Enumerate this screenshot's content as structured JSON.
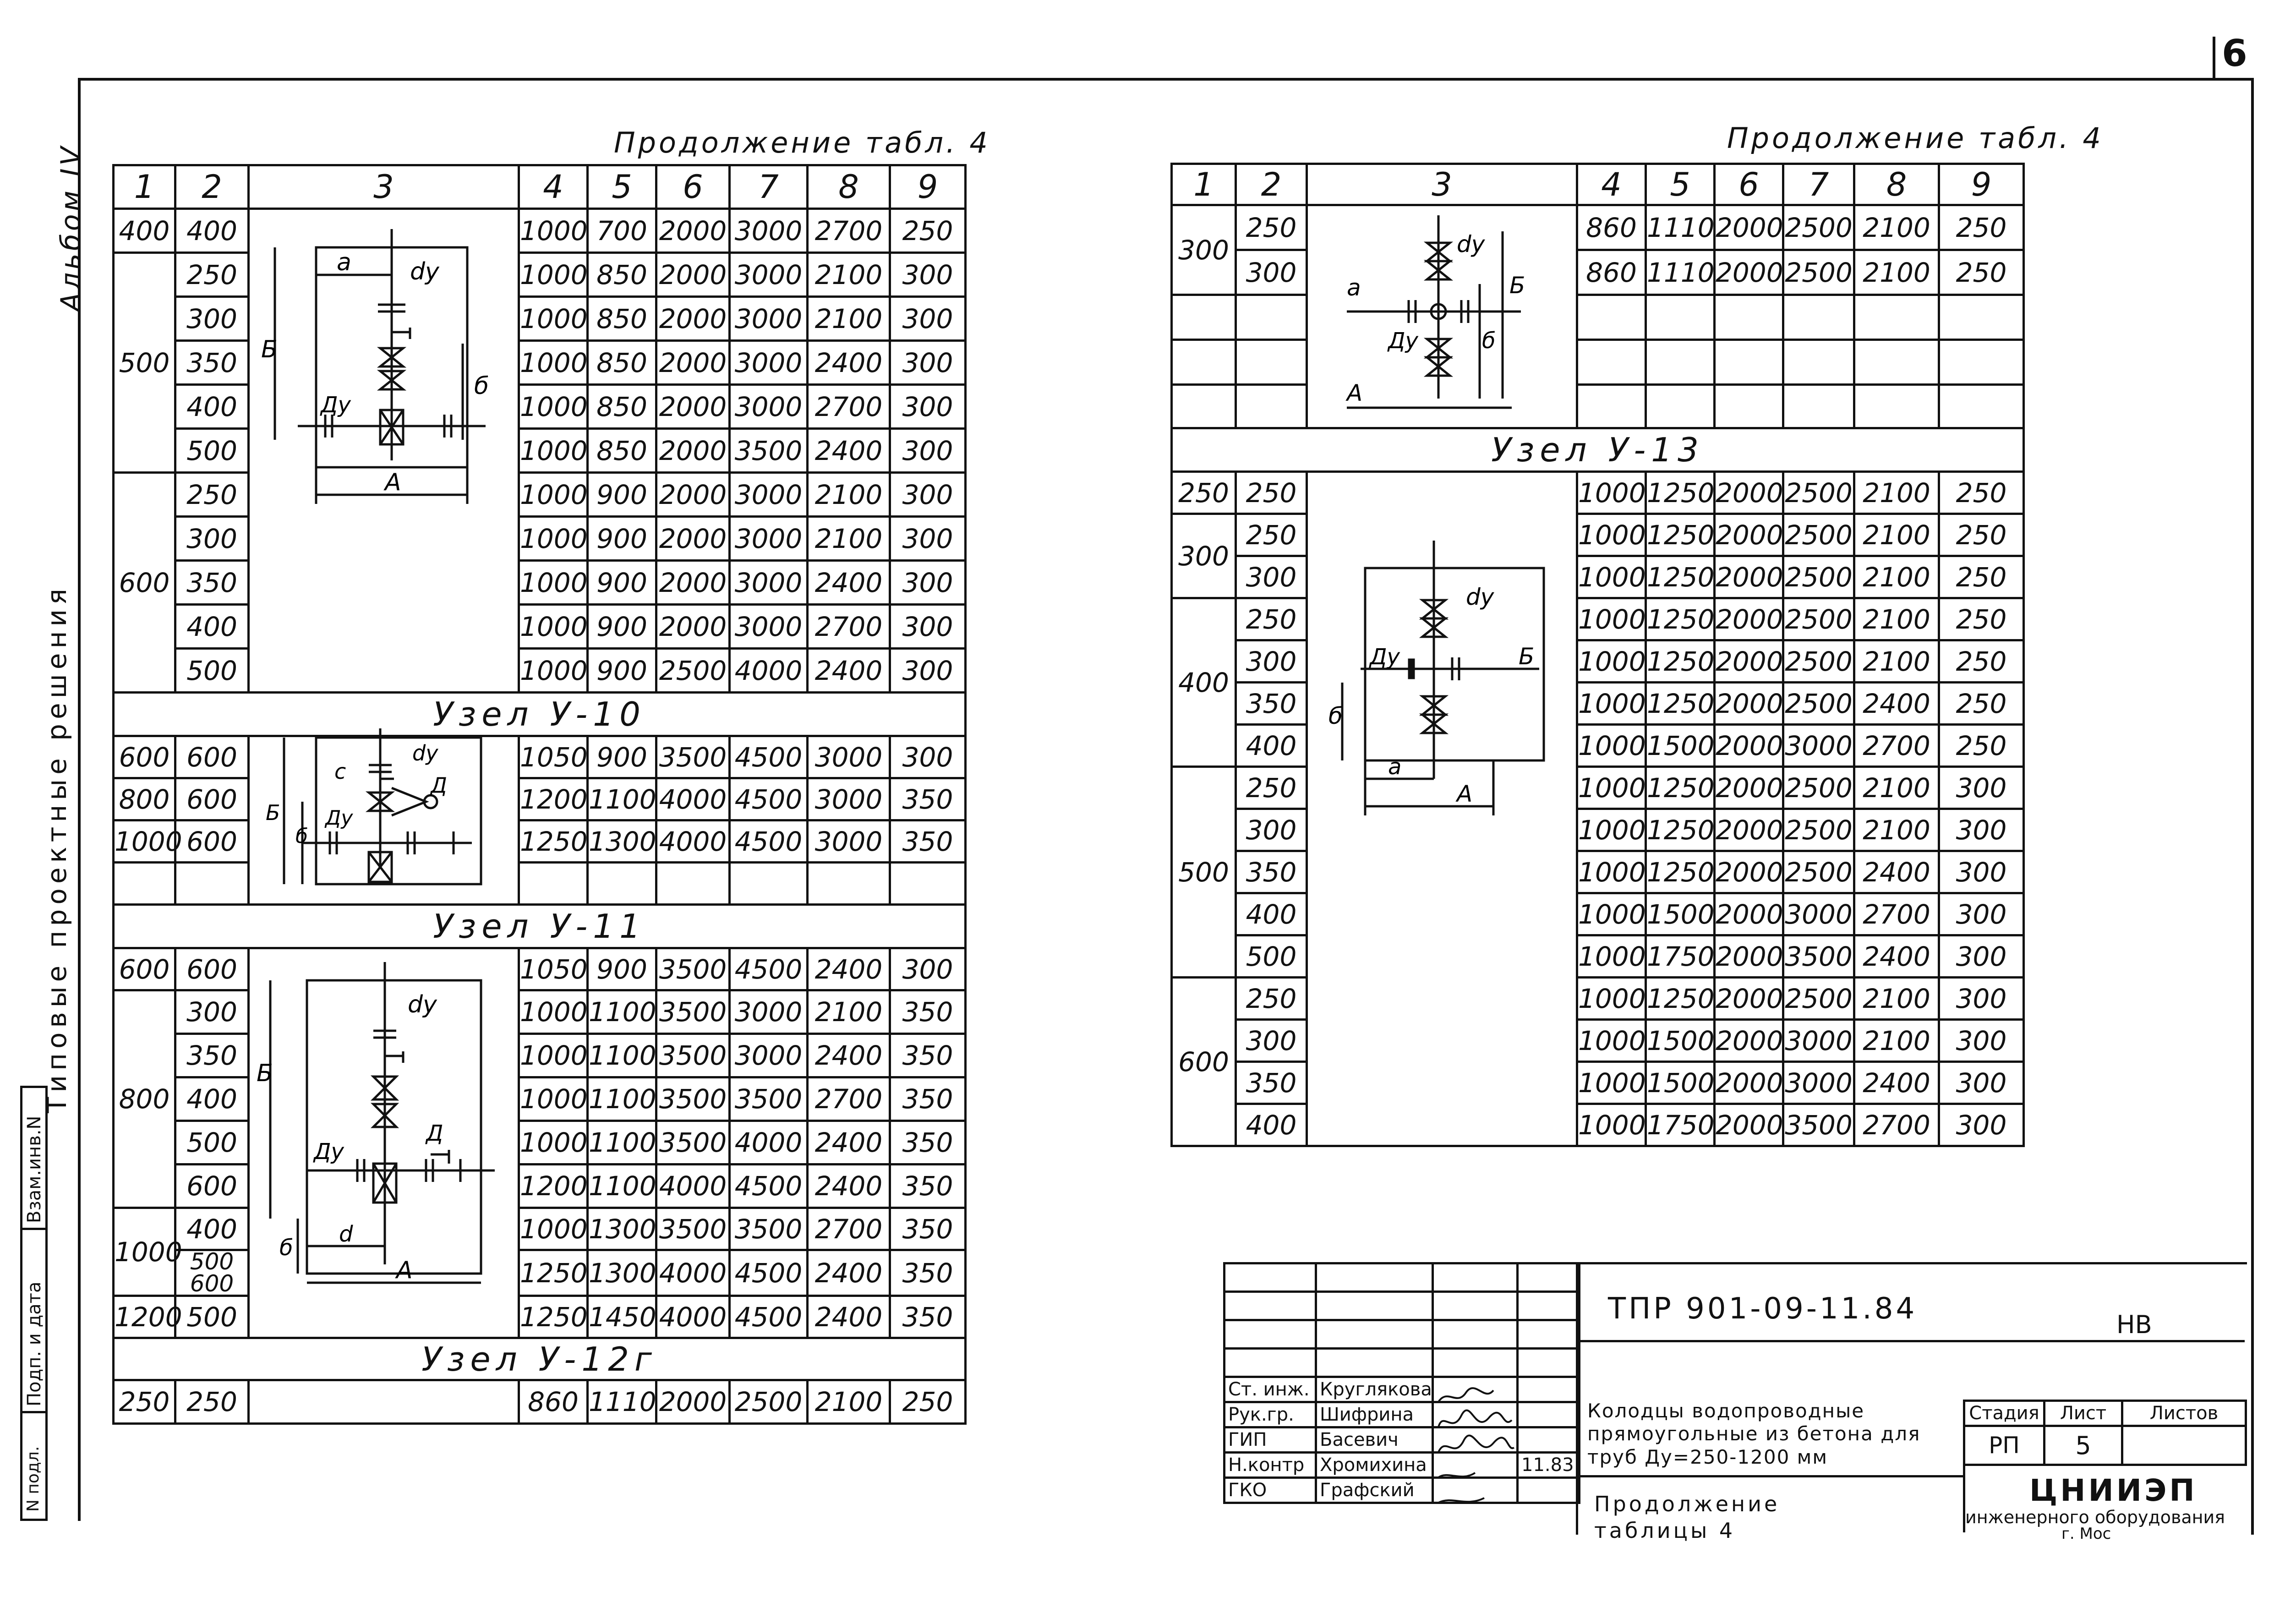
{
  "page_number": "6",
  "side": {
    "album": "Альбом IV",
    "series": "Типовые проектные решения",
    "stamp1": "Взам.инв.N",
    "stamp2": "Подп. и дата",
    "stamp3": "N подл."
  },
  "left": {
    "caption": "Продолжение табл. 4",
    "headers": [
      "1",
      "2",
      "3",
      "4",
      "5",
      "6",
      "7",
      "8",
      "9"
    ],
    "sections": {
      "u10": "Узел У-10",
      "u11": "Узел У-11",
      "u12": "Узел У-12г"
    },
    "block1": {
      "c1": [
        "400",
        "500",
        "600"
      ],
      "rows": [
        [
          "400",
          "1000",
          "700",
          "2000",
          "3000",
          "2700",
          "250"
        ],
        [
          "250",
          "1000",
          "850",
          "2000",
          "3000",
          "2100",
          "300"
        ],
        [
          "300",
          "1000",
          "850",
          "2000",
          "3000",
          "2100",
          "300"
        ],
        [
          "350",
          "1000",
          "850",
          "2000",
          "3000",
          "2400",
          "300"
        ],
        [
          "400",
          "1000",
          "850",
          "2000",
          "3000",
          "2700",
          "300"
        ],
        [
          "500",
          "1000",
          "850",
          "2000",
          "3500",
          "2400",
          "300"
        ],
        [
          "250",
          "1000",
          "900",
          "2000",
          "3000",
          "2100",
          "300"
        ],
        [
          "300",
          "1000",
          "900",
          "2000",
          "3000",
          "2100",
          "300"
        ],
        [
          "350",
          "1000",
          "900",
          "2000",
          "3000",
          "2400",
          "300"
        ],
        [
          "400",
          "1000",
          "900",
          "2000",
          "3000",
          "2700",
          "300"
        ],
        [
          "500",
          "1000",
          "900",
          "2500",
          "4000",
          "2400",
          "300"
        ]
      ]
    },
    "block2": {
      "rows": [
        [
          "600",
          "600",
          "1050",
          "900",
          "3500",
          "4500",
          "3000",
          "300"
        ],
        [
          "800",
          "600",
          "1200",
          "1100",
          "4000",
          "4500",
          "3000",
          "350"
        ],
        [
          "1000",
          "600",
          "1250",
          "1300",
          "4000",
          "4500",
          "3000",
          "350"
        ]
      ]
    },
    "block3": {
      "c1": [
        "600",
        "800",
        "1000",
        "1200"
      ],
      "rows": [
        [
          "600",
          "1050",
          "900",
          "3500",
          "4500",
          "2400",
          "300"
        ],
        [
          "300",
          "1000",
          "1100",
          "3500",
          "3000",
          "2100",
          "350"
        ],
        [
          "350",
          "1000",
          "1100",
          "3500",
          "3000",
          "2400",
          "350"
        ],
        [
          "400",
          "1000",
          "1100",
          "3500",
          "3500",
          "2700",
          "350"
        ],
        [
          "500",
          "1000",
          "1100",
          "3500",
          "4000",
          "2400",
          "350"
        ],
        [
          "600",
          "1200",
          "1100",
          "4000",
          "4500",
          "2400",
          "350"
        ],
        [
          "400",
          "1000",
          "1300",
          "3500",
          "3500",
          "2700",
          "350"
        ],
        [
          "500 600",
          "1250",
          "1300",
          "4000",
          "4500",
          "2400",
          "350"
        ],
        [
          "500",
          "1250",
          "1450",
          "4000",
          "4500",
          "2400",
          "350"
        ]
      ]
    },
    "block4": {
      "rows": [
        [
          "250",
          "250",
          "860",
          "1110",
          "2000",
          "2500",
          "2100",
          "250"
        ]
      ]
    },
    "diagram_labels": {
      "a": "а",
      "c": "с",
      "dy": "dу",
      "Dy": "Ду",
      "A": "А",
      "B": "Б",
      "b": "б",
      "d": "d",
      "D": "Д"
    }
  },
  "right": {
    "caption": "Продолжение табл. 4",
    "headers": [
      "1",
      "2",
      "3",
      "4",
      "5",
      "6",
      "7",
      "8",
      "9"
    ],
    "section": "Узел У-13",
    "top": {
      "c1": "300",
      "rows": [
        [
          "250",
          "860",
          "1110",
          "2000",
          "2500",
          "2100",
          "250"
        ],
        [
          "300",
          "860",
          "1110",
          "2000",
          "2500",
          "2100",
          "250"
        ]
      ]
    },
    "bottom": {
      "c1": [
        "250",
        "300",
        "400",
        "500",
        "600"
      ],
      "rows": [
        [
          "250",
          "1000",
          "1250",
          "2000",
          "2500",
          "2100",
          "250"
        ],
        [
          "250",
          "1000",
          "1250",
          "2000",
          "2500",
          "2100",
          "250"
        ],
        [
          "300",
          "1000",
          "1250",
          "2000",
          "2500",
          "2100",
          "250"
        ],
        [
          "250",
          "1000",
          "1250",
          "2000",
          "2500",
          "2100",
          "250"
        ],
        [
          "300",
          "1000",
          "1250",
          "2000",
          "2500",
          "2100",
          "250"
        ],
        [
          "350",
          "1000",
          "1250",
          "2000",
          "2500",
          "2400",
          "250"
        ],
        [
          "400",
          "1000",
          "1500",
          "2000",
          "3000",
          "2700",
          "250"
        ],
        [
          "250",
          "1000",
          "1250",
          "2000",
          "2500",
          "2100",
          "300"
        ],
        [
          "300",
          "1000",
          "1250",
          "2000",
          "2500",
          "2100",
          "300"
        ],
        [
          "350",
          "1000",
          "1250",
          "2000",
          "2500",
          "2400",
          "300"
        ],
        [
          "400",
          "1000",
          "1500",
          "2000",
          "3000",
          "2700",
          "300"
        ],
        [
          "500",
          "1000",
          "1750",
          "2000",
          "3500",
          "2400",
          "300"
        ],
        [
          "250",
          "1000",
          "1250",
          "2000",
          "2500",
          "2100",
          "300"
        ],
        [
          "300",
          "1000",
          "1500",
          "2000",
          "3000",
          "2100",
          "300"
        ],
        [
          "350",
          "1000",
          "1500",
          "2000",
          "3000",
          "2400",
          "300"
        ],
        [
          "400",
          "1000",
          "1750",
          "2000",
          "3500",
          "2700",
          "300"
        ]
      ]
    }
  },
  "title_block": {
    "code": "ТПР 901-09-11.84",
    "hv": "НВ",
    "description": "Колодцы водопроводные прямоугольные из бетона для труб Ду=250-1200 мм",
    "sheet_title": "Продолжение таблицы 4",
    "stage_label": "Стадия",
    "sheet_label": "Лист",
    "sheets_label": "Листов",
    "stage": "РП",
    "sheet": "5",
    "org": "ЦНИИЭП",
    "org_sub": "инженерного оборудования",
    "city": "г. Мос",
    "date": "11.83",
    "staff": [
      {
        "role": "Ст. инж.",
        "name": "Круглякова"
      },
      {
        "role": "Рук.гр.",
        "name": "Шифрина"
      },
      {
        "role": "ГИП",
        "name": "Басевич"
      },
      {
        "role": "Н.контр",
        "name": "Хромихина"
      },
      {
        "role": "ГКО",
        "name": "Графский"
      }
    ]
  }
}
